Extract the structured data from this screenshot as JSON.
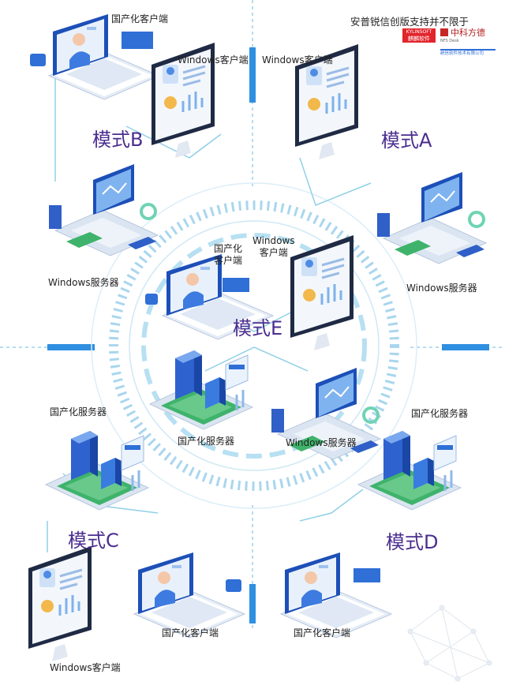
{
  "header": {
    "support_text": "安普锐信创版支持并不限于",
    "logo_kylin_top": "KYLINSOFT",
    "logo_kylin_bottom": "麒麟软件",
    "logo_zk": "中科方德",
    "logo_zk_sub": "NFS Desk",
    "logo_uos": "统信软件技术有限公司"
  },
  "modes": {
    "a": "模式A",
    "b": "模式B",
    "c": "模式C",
    "d": "模式D",
    "e": "模式E"
  },
  "labels": {
    "b_domestic_client": "国产化客户端",
    "b_windows_client": "Windows客户端",
    "a_windows_client": "Windows客户端",
    "b_windows_server": "Windows服务器",
    "a_windows_server": "Windows服务器",
    "e_domestic_client_line1": "国产化",
    "e_domestic_client_line2": "客户端",
    "e_windows_client_line1": "Windows",
    "e_windows_client_line2": "客户端",
    "e_domestic_server": "国产化服务器",
    "e_windows_server": "Windows服务器",
    "c_domestic_server": "国产化服务器",
    "d_domestic_server": "国产化服务器",
    "c_domestic_client": "国产化客户端",
    "d_domestic_client": "国产化客户端",
    "c_windows_client": "Windows客户端"
  },
  "colors": {
    "mode_label": "#4a2d8f",
    "accent_blue": "#2f6fd6",
    "ring": "#a9d6ee",
    "board_green": "#3fb36b"
  }
}
